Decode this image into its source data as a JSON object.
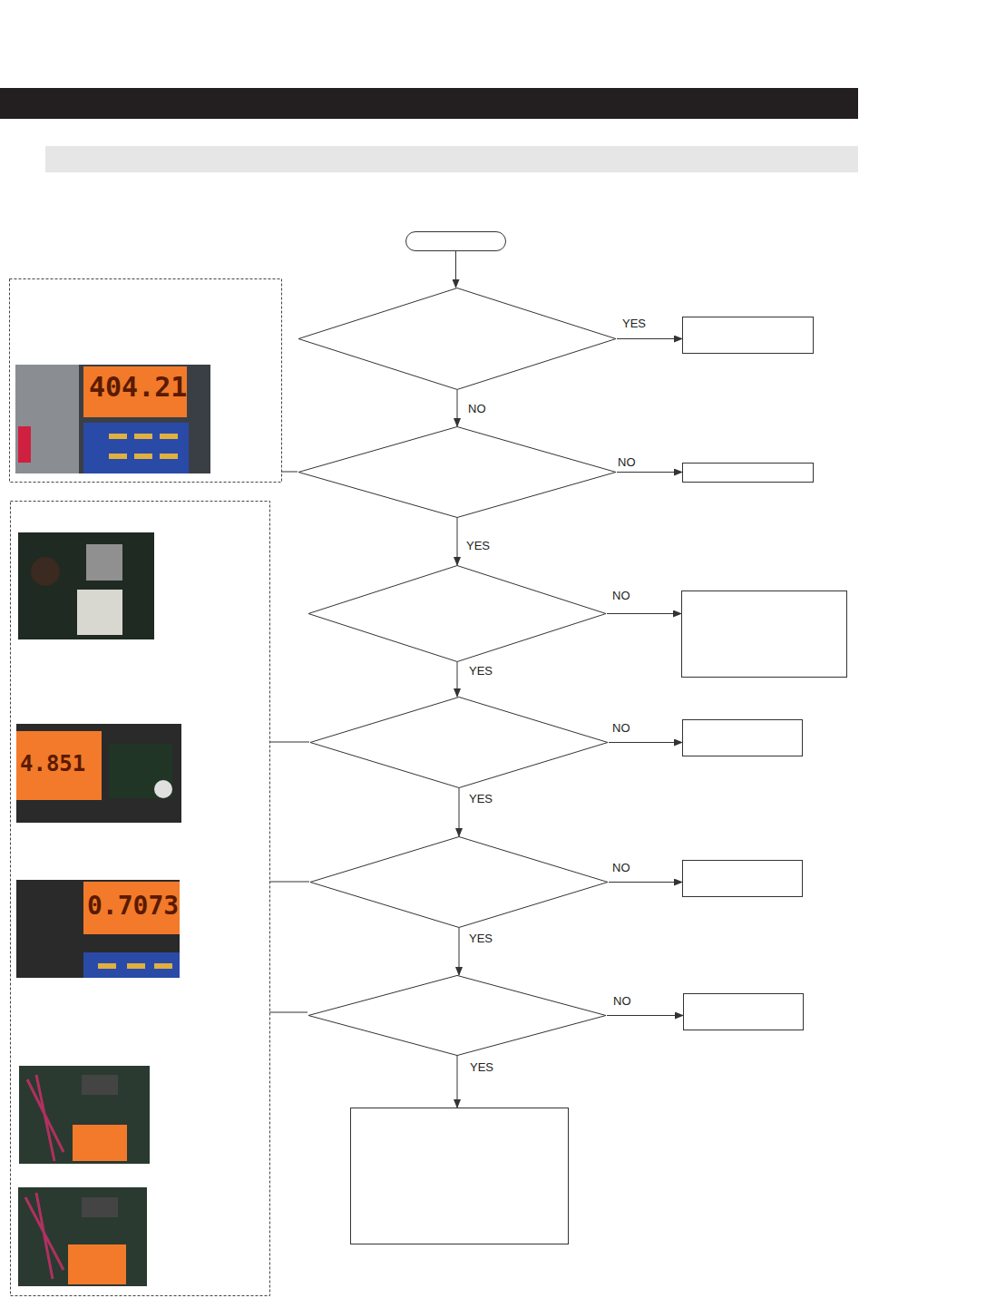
{
  "diagram": {
    "nodes": [
      {
        "text": []
      },
      {
        "text": []
      },
      {
        "text": []
      },
      {
        "text": []
      },
      {
        "text": []
      },
      {
        "text": []
      },
      {
        "text": []
      },
      {
        "text": []
      },
      {
        "text": []
      },
      {
        "text": []
      },
      {
        "text": []
      },
      {
        "text": []
      },
      {
        "text": []
      },
      {
        "text": []
      }
    ],
    "edges": [
      {
        "from": 0,
        "to": 1,
        "arrow": "to"
      },
      {
        "from": 1,
        "to": 2,
        "label": "YES",
        "arrow": "to"
      },
      {
        "from": 1,
        "to": 3,
        "label": "NO",
        "arrow": "to"
      },
      {
        "from": 3,
        "to": 4,
        "label": "NO",
        "arrow": "to"
      },
      {
        "from": 3,
        "to": 5,
        "label": "YES",
        "arrow": "to"
      },
      {
        "from": 5,
        "to": 6,
        "label": "NO",
        "arrow": "to"
      },
      {
        "from": 5,
        "to": 7,
        "label": "YES",
        "arrow": "to"
      },
      {
        "from": 7,
        "to": 8,
        "label": "NO",
        "arrow": "to"
      },
      {
        "from": 7,
        "to": 9,
        "label": "YES",
        "arrow": "to"
      },
      {
        "from": 9,
        "to": 10,
        "label": "NO",
        "arrow": "to"
      },
      {
        "from": 9,
        "to": 11,
        "label": "YES",
        "arrow": "to"
      },
      {
        "from": 11,
        "to": 12,
        "label": "NO",
        "arrow": "to"
      },
      {
        "from": 11,
        "to": 13,
        "label": "YES",
        "arrow": "to"
      }
    ],
    "labels": [
      "404.21",
      "4.851",
      "0.7073"
    ]
  }
}
